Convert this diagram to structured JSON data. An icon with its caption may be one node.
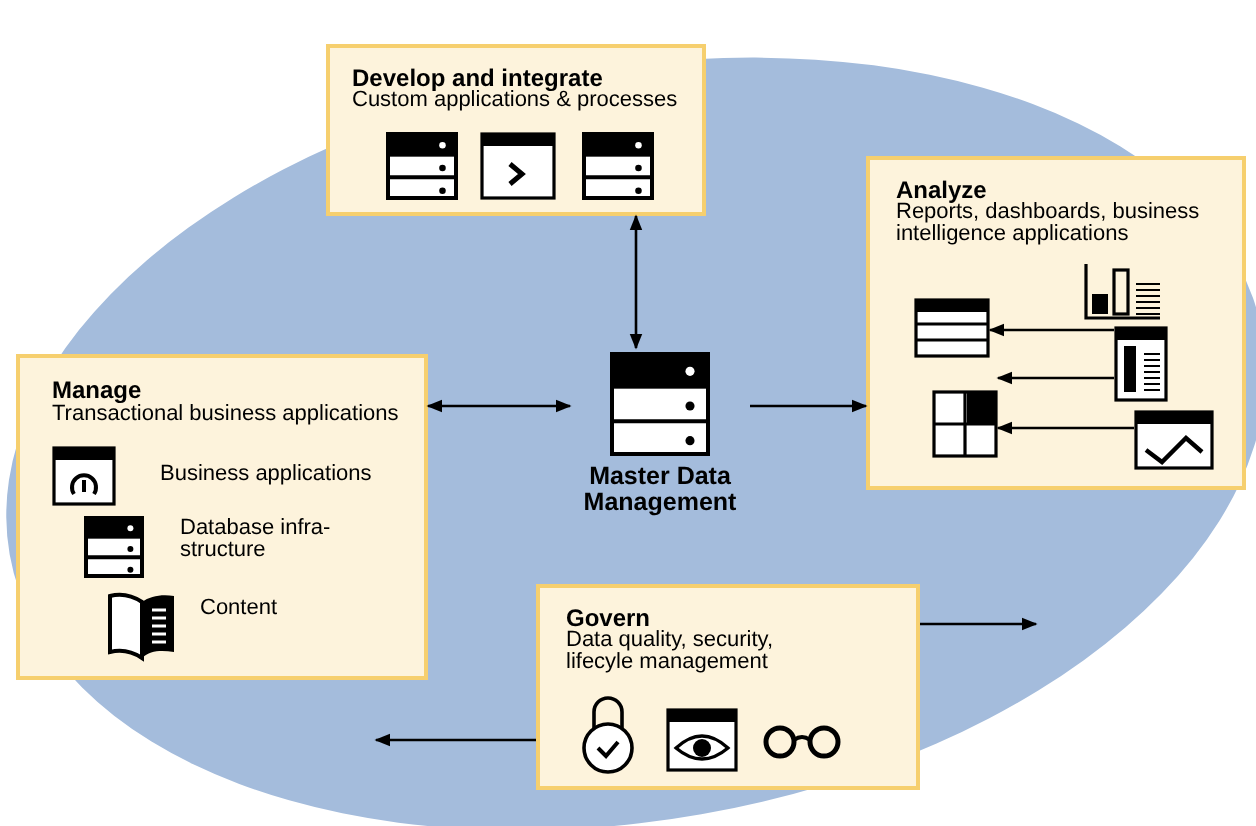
{
  "diagram": {
    "nodes": [
      {
        "text": [
          "Develop and integrate",
          "Custom applications & processes"
        ]
      },
      {
        "text": [
          "Analyze",
          "Reports, dashboards, business intelligence applications"
        ]
      },
      {
        "text": [
          "Manage",
          "Transactional business applications",
          "Business applications",
          "Database infra- structure",
          "Content"
        ]
      },
      {
        "text": [
          "Master Data Management"
        ]
      },
      {
        "text": [
          "Govern",
          "Data quality, security, lifecyle management"
        ]
      },
      {
        "text": [],
        "shape": "picture",
        "in": 1
      },
      {
        "text": [],
        "shape": "picture",
        "in": 1
      },
      {
        "text": [],
        "shape": "picture",
        "in": 1
      },
      {
        "text": [],
        "shape": "picture",
        "in": 1
      },
      {
        "text": [],
        "shape": "picture",
        "in": 1
      }
    ],
    "edges": [
      {
        "from": 0,
        "to": 3,
        "arrow": "both"
      },
      {
        "from": 2,
        "to": 3,
        "arrow": "both"
      },
      {
        "from": 3,
        "to": 1,
        "arrow": "to"
      },
      {
        "from": 4,
        "to": null,
        "arrow": "to"
      },
      {
        "from": 4,
        "to": null,
        "arrow": "to"
      },
      {
        "from": 8,
        "to": 5,
        "arrow": "to"
      },
      {
        "from": 8,
        "to": 6,
        "arrow": "to"
      },
      {
        "from": 9,
        "to": 6,
        "arrow": "to"
      }
    ]
  }
}
